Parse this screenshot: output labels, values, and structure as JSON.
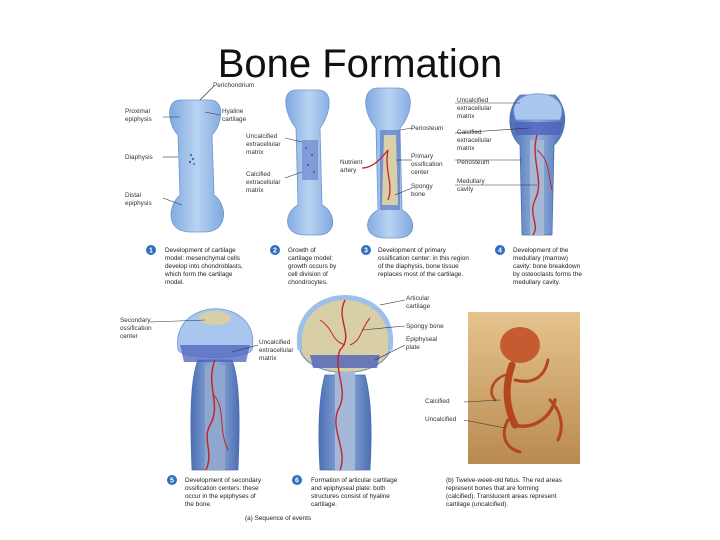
{
  "slide": {
    "title": "Bone Formation"
  },
  "figure": {
    "labels": {
      "perichondrium": "Perichondrium",
      "proximal_epiphysis": [
        "Proximal",
        "epiphysis"
      ],
      "hyaline_cartilage": [
        "Hyaline",
        "cartilage"
      ],
      "diaphysis": "Diaphysis",
      "distal_epiphysis": [
        "Distal",
        "epiphysis"
      ],
      "uncalcified_matrix_2": [
        "Uncalcified",
        "extracellular",
        "matrix"
      ],
      "calcified_matrix_2": [
        "Calcified",
        "extracellular",
        "matrix"
      ],
      "nutrient_artery": [
        "Nutrient",
        "artery"
      ],
      "periosteum_3": "Periosteum",
      "primary_ossification_center": [
        "Primary",
        "ossification",
        "center"
      ],
      "spongy_bone_3": [
        "Spongy",
        "bone"
      ],
      "uncalcified_matrix_4": [
        "Uncalcified",
        "extracellular",
        "matrix"
      ],
      "calcified_matrix_4": [
        "Calcified",
        "extracellular",
        "matrix"
      ],
      "periosteum_4": "Periosteum",
      "medullary_cavity": [
        "Medullary",
        "cavity"
      ],
      "secondary_ossification_center": [
        "Secondary",
        "ossification",
        "center"
      ],
      "uncalcified_matrix_5": [
        "Uncalcified",
        "extracellular",
        "matrix"
      ],
      "articular_cartilage": [
        "Articular",
        "cartilage"
      ],
      "spongy_bone_6": "Spongy bone",
      "epiphyseal_plate": [
        "Epiphyseal",
        "plate"
      ],
      "calcified": "Calcified",
      "uncalcified": "Uncalcified"
    },
    "steps": [
      {
        "num": "1",
        "lines": [
          "Development of cartilage",
          "model: mesenchymal cells",
          "develop into chondroblasts,",
          "which form the cartilage",
          "model."
        ]
      },
      {
        "num": "2",
        "lines": [
          "Growth of",
          "cartilage model:",
          "growth occurs by",
          "cell division of",
          "chondrocytes."
        ]
      },
      {
        "num": "3",
        "lines": [
          "Development of primary",
          "ossification center: in this region",
          "of the diaphysis, bone tissue",
          "replaces most of the cartilage."
        ]
      },
      {
        "num": "4",
        "lines": [
          "Development of the",
          "medullary (marrow)",
          "cavity: bone breakdown",
          "by osteoclasts forms the",
          "medullary cavity."
        ]
      },
      {
        "num": "5",
        "lines": [
          "Development of secondary",
          "ossification centers: these",
          "occur in the epiphyses of",
          "the bone."
        ]
      },
      {
        "num": "6",
        "lines": [
          "Formation of articular cartilage",
          "and epiphyseal plate: both",
          "structures consist of hyaline",
          "cartilage."
        ]
      }
    ],
    "caption_a": "(a) Sequence of events",
    "caption_b": [
      "(b) Twelve-week-old fetus. The red areas",
      "represent bones that are forming",
      "(calcified). Translucent areas represent",
      "cartilage (uncalcified)."
    ]
  },
  "colors": {
    "cartilage": "#9cc0ea",
    "bone_blue": "#6f95cf",
    "calcified": "#5a6fc4",
    "artery": "#c0262a",
    "step_circle": "#2f6fbf",
    "fetus_bg": "#d8b47a",
    "fetus": "#c0512c"
  }
}
